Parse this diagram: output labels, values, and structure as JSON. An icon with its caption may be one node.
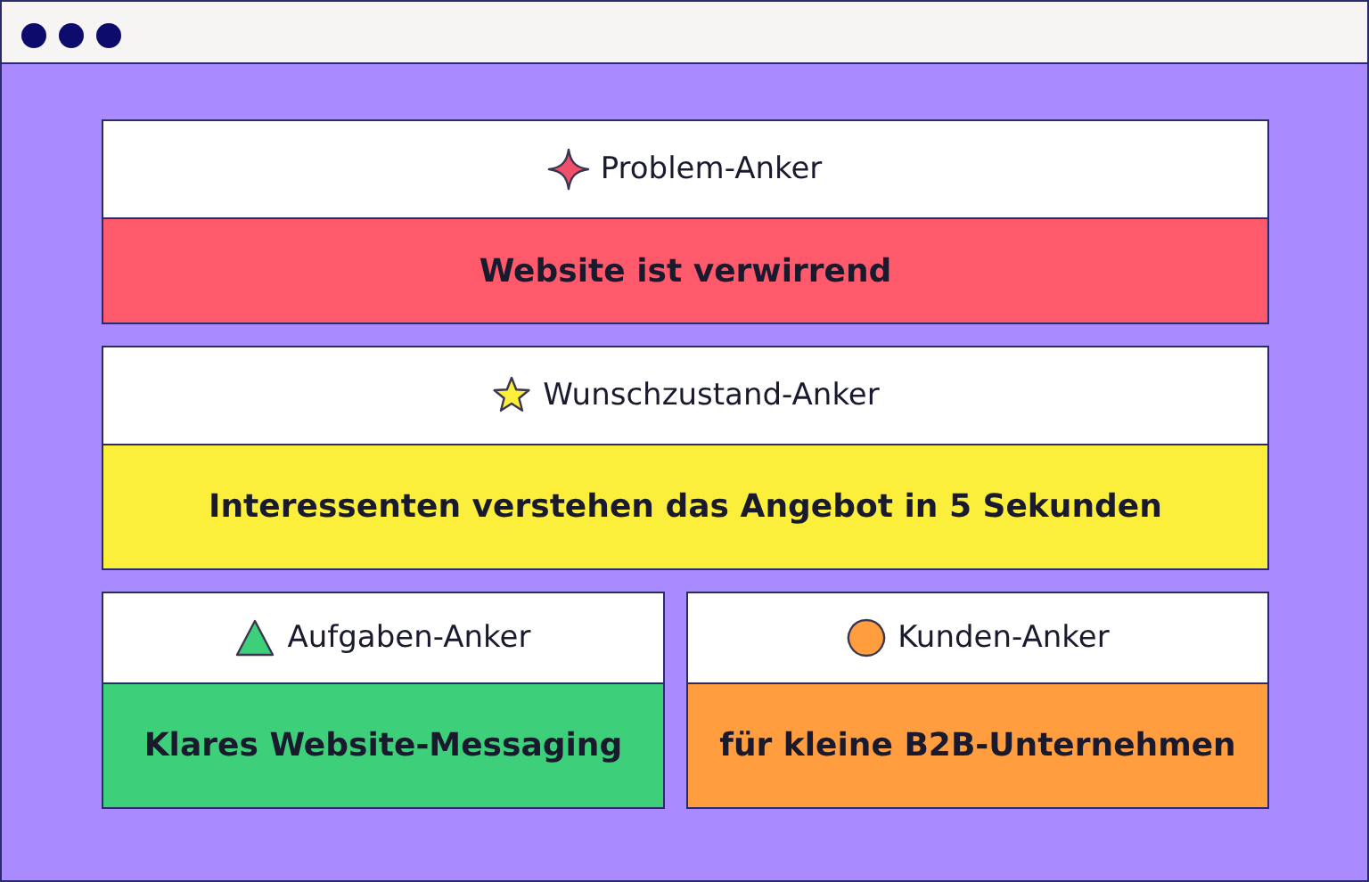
{
  "diagram": {
    "nodes": [
      {
        "text": [
          "Problem-Anker",
          "Website ist verwirrend"
        ]
      },
      {
        "text": [
          "Wunschzustand-Anker",
          "Interessenten verstehen das Angebot in 5 Sekunden"
        ]
      },
      {
        "text": [
          "Aufgaben-Anker",
          "Klares Website-Messaging"
        ]
      },
      {
        "text": [
          "Kunden-Anker",
          "für kleine B2B-Unternehmen"
        ]
      }
    ]
  }
}
